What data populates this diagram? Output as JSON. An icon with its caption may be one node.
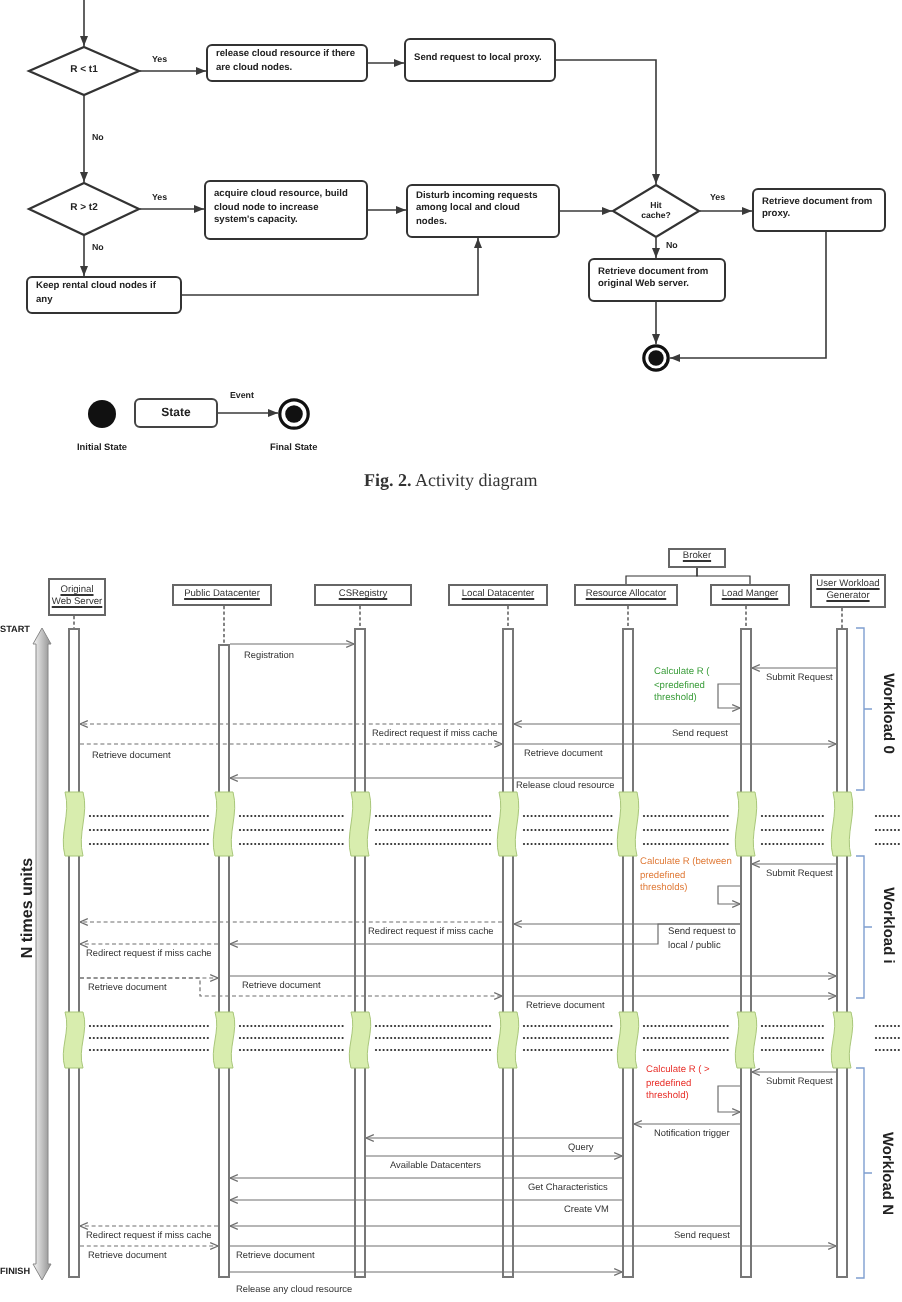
{
  "diagram": {
    "caption": "**Fig. 2.** Activity diagram",
    "nodes": [
      {
        "text": [
          "R < t1"
        ]
      },
      {
        "text": [
          "release cloud resource if there are cloud nodes."
        ]
      },
      {
        "text": [
          "Send request to local proxy."
        ]
      },
      {
        "text": [
          "R > t2"
        ]
      },
      {
        "text": [
          "acquire cloud resource, build cloud node to increase system's capacity."
        ]
      },
      {
        "text": [
          "Disturb incoming requests among local and cloud nodes."
        ]
      },
      {
        "text": [
          "Hit cache?"
        ]
      },
      {
        "text": [
          "Retrieve document from proxy."
        ]
      },
      {
        "text": [
          "Keep rental cloud nodes if any"
        ]
      },
      {
        "text": [
          "Retrieve document from original Web server."
        ]
      },
      {
        "text": [],
        "shape": "circle"
      },
      {
        "text": [],
        "shape": "circle",
        "beside": [
          "Initial State"
        ]
      },
      {
        "text": [
          "State"
        ]
      },
      {
        "text": [],
        "shape": "circle",
        "beside": [
          "Final State"
        ]
      },
      {
        "text": [
          "Broker"
        ]
      },
      {
        "text": [
          "Original Web Server"
        ]
      },
      {
        "text": [
          "Public Datacenter"
        ]
      },
      {
        "text": [
          "CSRegistry"
        ]
      },
      {
        "text": [
          "Local Datacenter"
        ]
      },
      {
        "text": [
          "Resource Allocator"
        ]
      },
      {
        "text": [
          "Load Manger"
        ]
      },
      {
        "text": [
          "User Workload Generator"
        ]
      },
      {
        "text": [],
        "shape": "bar"
      },
      {
        "text": [],
        "shape": "bar"
      },
      {
        "text": [],
        "shape": "bar"
      },
      {
        "text": [],
        "shape": "bar"
      },
      {
        "text": [],
        "shape": "bar"
      },
      {
        "text": [],
        "shape": "bar"
      },
      {
        "text": [],
        "shape": "bar"
      }
    ],
    "edges": [
      {
        "from": null,
        "to": 0,
        "arrow": "to"
      },
      {
        "from": 0,
        "to": 1,
        "arrow": "to",
        "label": "Yes"
      },
      {
        "from": 1,
        "to": 2,
        "arrow": "to"
      },
      {
        "from": 2,
        "to": 6,
        "arrow": "to"
      },
      {
        "from": 0,
        "to": 3,
        "arrow": "to",
        "label": "No"
      },
      {
        "from": 3,
        "to": 4,
        "arrow": "to",
        "label": "Yes"
      },
      {
        "from": 4,
        "to": 5,
        "arrow": "to"
      },
      {
        "from": 5,
        "to": 6,
        "arrow": "to"
      },
      {
        "from": 6,
        "to": 7,
        "arrow": "to",
        "label": "Yes"
      },
      {
        "from": 3,
        "to": 8,
        "arrow": "to",
        "label": "No"
      },
      {
        "from": 8,
        "to": 5,
        "arrow": "to"
      },
      {
        "from": 6,
        "to": 9,
        "arrow": "to",
        "label": "No"
      },
      {
        "from": 9,
        "to": 10,
        "arrow": "to"
      },
      {
        "from": 7,
        "to": 10,
        "arrow": "to"
      },
      {
        "from": 12,
        "to": 13,
        "arrow": "to",
        "label": "Event"
      },
      {
        "from": 14,
        "to": 19,
        "arrow": "none"
      },
      {
        "from": 14,
        "to": 20,
        "arrow": "none"
      },
      {
        "from": 15,
        "to": 22,
        "arrow": "none",
        "style": "dashed"
      },
      {
        "from": 16,
        "to": 23,
        "arrow": "none",
        "style": "dashed"
      },
      {
        "from": 17,
        "to": 24,
        "arrow": "none",
        "style": "dashed"
      },
      {
        "from": 18,
        "to": 25,
        "arrow": "none",
        "style": "dashed"
      },
      {
        "from": 19,
        "to": 26,
        "arrow": "none",
        "style": "dashed"
      },
      {
        "from": 20,
        "to": 27,
        "arrow": "none",
        "style": "dashed"
      },
      {
        "from": 21,
        "to": 28,
        "arrow": "none",
        "style": "dashed"
      },
      {
        "from": 23,
        "to": 24,
        "arrow": "to",
        "label": "Registration"
      },
      {
        "from": 28,
        "to": 27,
        "arrow": "to",
        "label": "Submit Request"
      },
      {
        "from": 27,
        "to": 27,
        "arrow": "to",
        "label": "Calculate R ( <predefined threshold)"
      },
      {
        "from": 27,
        "to": 25,
        "arrow": "to",
        "label": "Send request"
      },
      {
        "from": 25,
        "to": 22,
        "arrow": "to",
        "label": "Redirect request if miss cache",
        "style": "dashed"
      },
      {
        "from": 22,
        "to": 25,
        "arrow": "to",
        "label": "Retrieve document",
        "style": "dashed"
      },
      {
        "from": 25,
        "to": 28,
        "arrow": "to",
        "label": "Retrieve document"
      },
      {
        "from": 26,
        "to": 23,
        "arrow": "to",
        "label": "Release cloud resource"
      },
      {
        "from": 28,
        "to": 27,
        "arrow": "to",
        "label": "Submit Request"
      },
      {
        "from": 27,
        "to": 27,
        "arrow": "to",
        "label": "Calculate R (between predefined thresholds)"
      },
      {
        "from": 27,
        "to": 25,
        "arrow": "to",
        "label": "Send request to local / public"
      },
      {
        "from": 27,
        "to": 23,
        "arrow": "to"
      },
      {
        "from": 25,
        "to": 22,
        "arrow": "to",
        "label": "Redirect request if miss cache",
        "style": "dashed"
      },
      {
        "from": 23,
        "to": 22,
        "arrow": "to",
        "label": "Redirect request if miss cache",
        "style": "dashed"
      },
      {
        "from": 22,
        "to": 23,
        "arrow": "to",
        "label": "Retrieve document",
        "style": "dashed"
      },
      {
        "from": 22,
        "to": 25,
        "arrow": "to",
        "style": "dashed"
      },
      {
        "from": 23,
        "to": 28,
        "arrow": "to",
        "label": "Retrieve document"
      },
      {
        "from": 25,
        "to": 28,
        "arrow": "to",
        "label": "Retrieve document"
      },
      {
        "from": 28,
        "to": 27,
        "arrow": "to",
        "label": "Submit Request"
      },
      {
        "from": 27,
        "to": 27,
        "arrow": "to",
        "label": "Calculate R ( > predefined threshold)"
      },
      {
        "from": 27,
        "to": 26,
        "arrow": "to",
        "label": "Notification trigger"
      },
      {
        "from": 26,
        "to": 24,
        "arrow": "to",
        "label": "Query"
      },
      {
        "from": 24,
        "to": 26,
        "arrow": "to",
        "label": "Available Datacenters"
      },
      {
        "from": 26,
        "to": 23,
        "arrow": "to",
        "label": "Get Characteristics"
      },
      {
        "from": 26,
        "to": 23,
        "arrow": "to",
        "label": "Create VM"
      },
      {
        "from": 27,
        "to": 23,
        "arrow": "to",
        "label": "Send request"
      },
      {
        "from": 23,
        "to": 22,
        "arrow": "to",
        "label": "Redirect request if miss cache",
        "style": "dashed"
      },
      {
        "from": 22,
        "to": 23,
        "arrow": "to",
        "label": "Retrieve document",
        "style": "dashed"
      },
      {
        "from": 23,
        "to": 28,
        "arrow": "to",
        "label": "Retrieve document"
      },
      {
        "from": 23,
        "to": 26,
        "arrow": "to",
        "label": "Release any cloud resource"
      }
    ],
    "labels": [
      "START",
      "Workload 0",
      "N times units",
      "Workload i",
      "Workload N",
      "FINISH"
    ]
  }
}
